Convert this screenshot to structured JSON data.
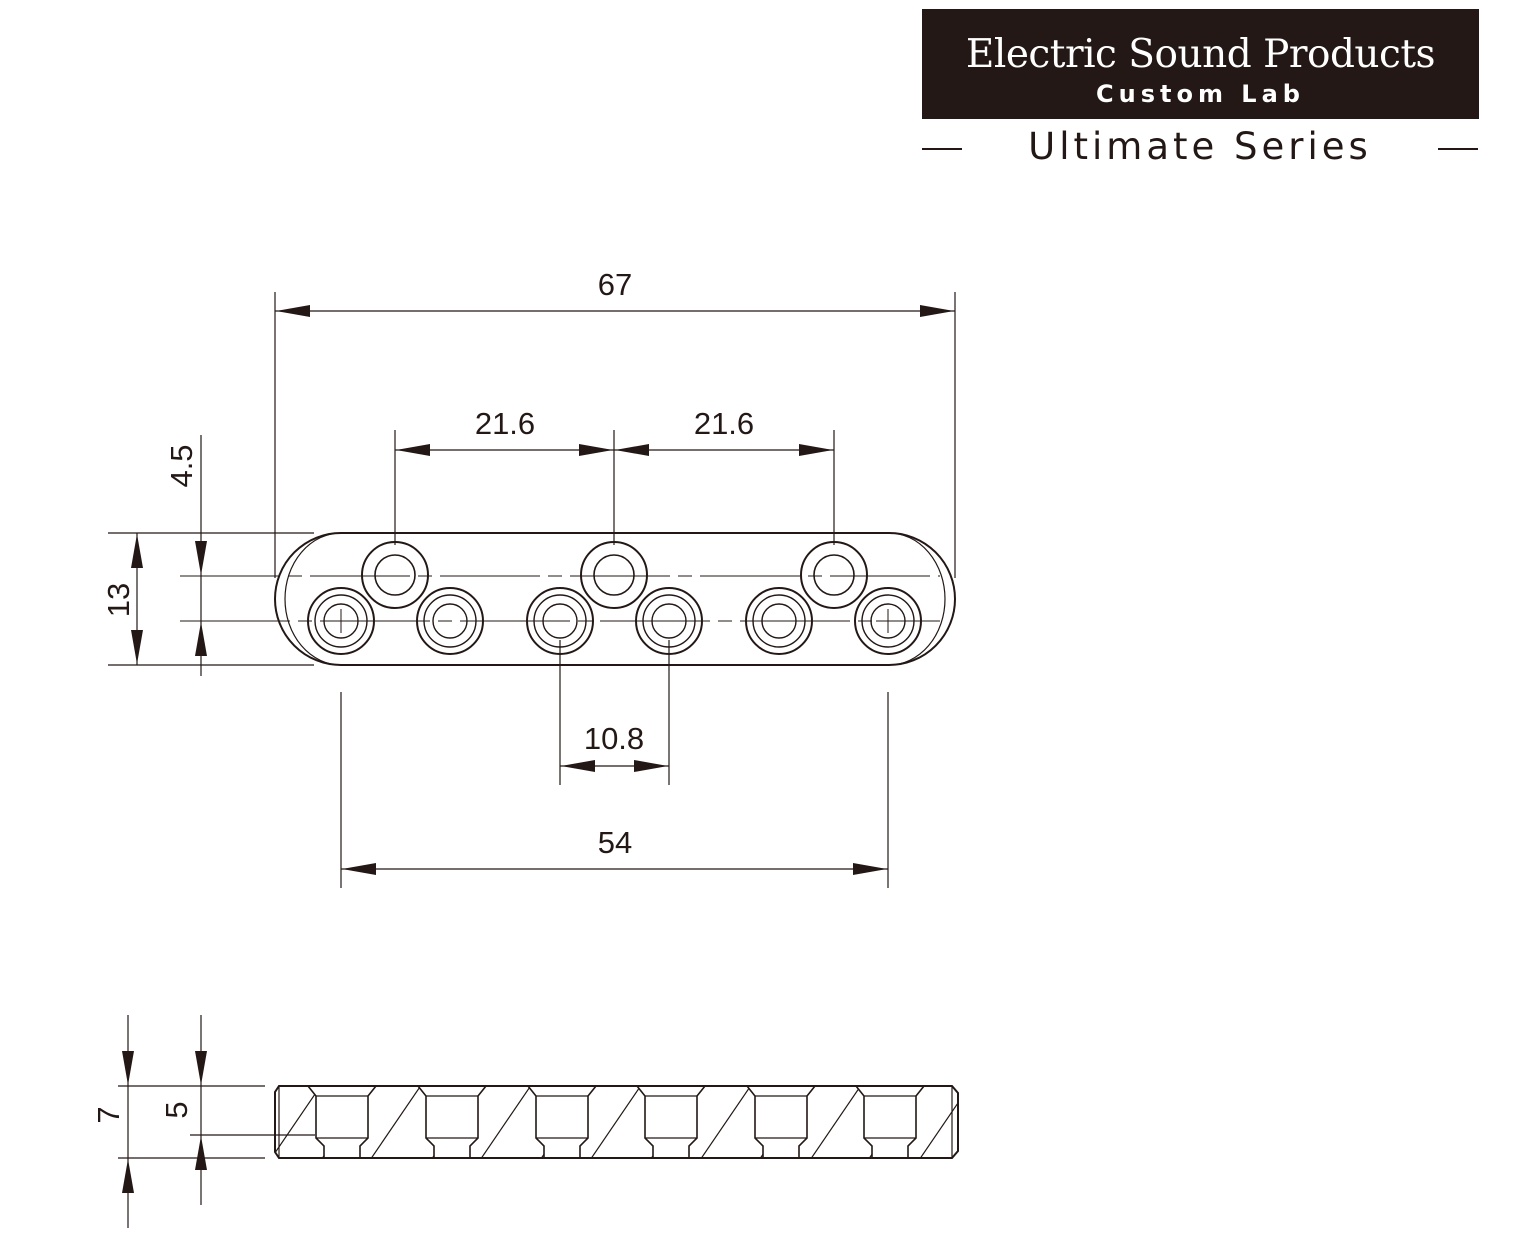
{
  "brand": {
    "name": "Electric Sound Products",
    "subtitle": "Custom Lab",
    "series": "Ultimate Series"
  },
  "dimensions": {
    "overall_length": "67",
    "spacing_left": "21.6",
    "spacing_right": "21.6",
    "offset_vertical": "4.5",
    "width": "13",
    "pair_spacing": "10.8",
    "outer_span": "54",
    "total_height": "7",
    "thread_depth": "5"
  },
  "colors": {
    "ink": "#231815",
    "brand_box": "#231815"
  }
}
